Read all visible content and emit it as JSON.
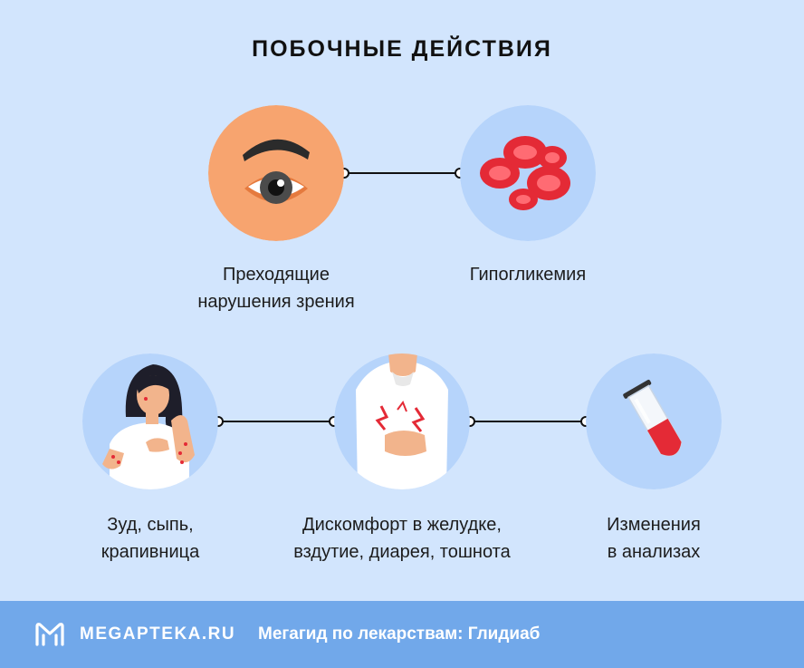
{
  "title": "ПОБОЧНЫЕ ДЕЙСТВИЯ",
  "items": [
    {
      "line1": "Преходящие",
      "line2": "нарушения зрения",
      "icon": "eye-icon"
    },
    {
      "line1": "Гипогликемия",
      "line2": "",
      "icon": "blood-cells-icon"
    },
    {
      "line1": "Зуд, сыпь,",
      "line2": "крапивница",
      "icon": "itching-woman-icon"
    },
    {
      "line1": "Дискомфорт в желудке,",
      "line2": "вздутие, диарея, тошнота",
      "icon": "stomach-pain-icon"
    },
    {
      "line1": "Изменения",
      "line2": "в анализах",
      "icon": "test-tube-icon"
    }
  ],
  "footer": {
    "brand": "MEGAPTEKA.RU",
    "text": "Мегагид по лекарствам: Глидиаб"
  },
  "colors": {
    "background": "#d2e5fd",
    "circle": "#b6d4fb",
    "eye_circle": "#f7a46f",
    "footer": "#71a8ea",
    "blood": "#e42a36"
  }
}
